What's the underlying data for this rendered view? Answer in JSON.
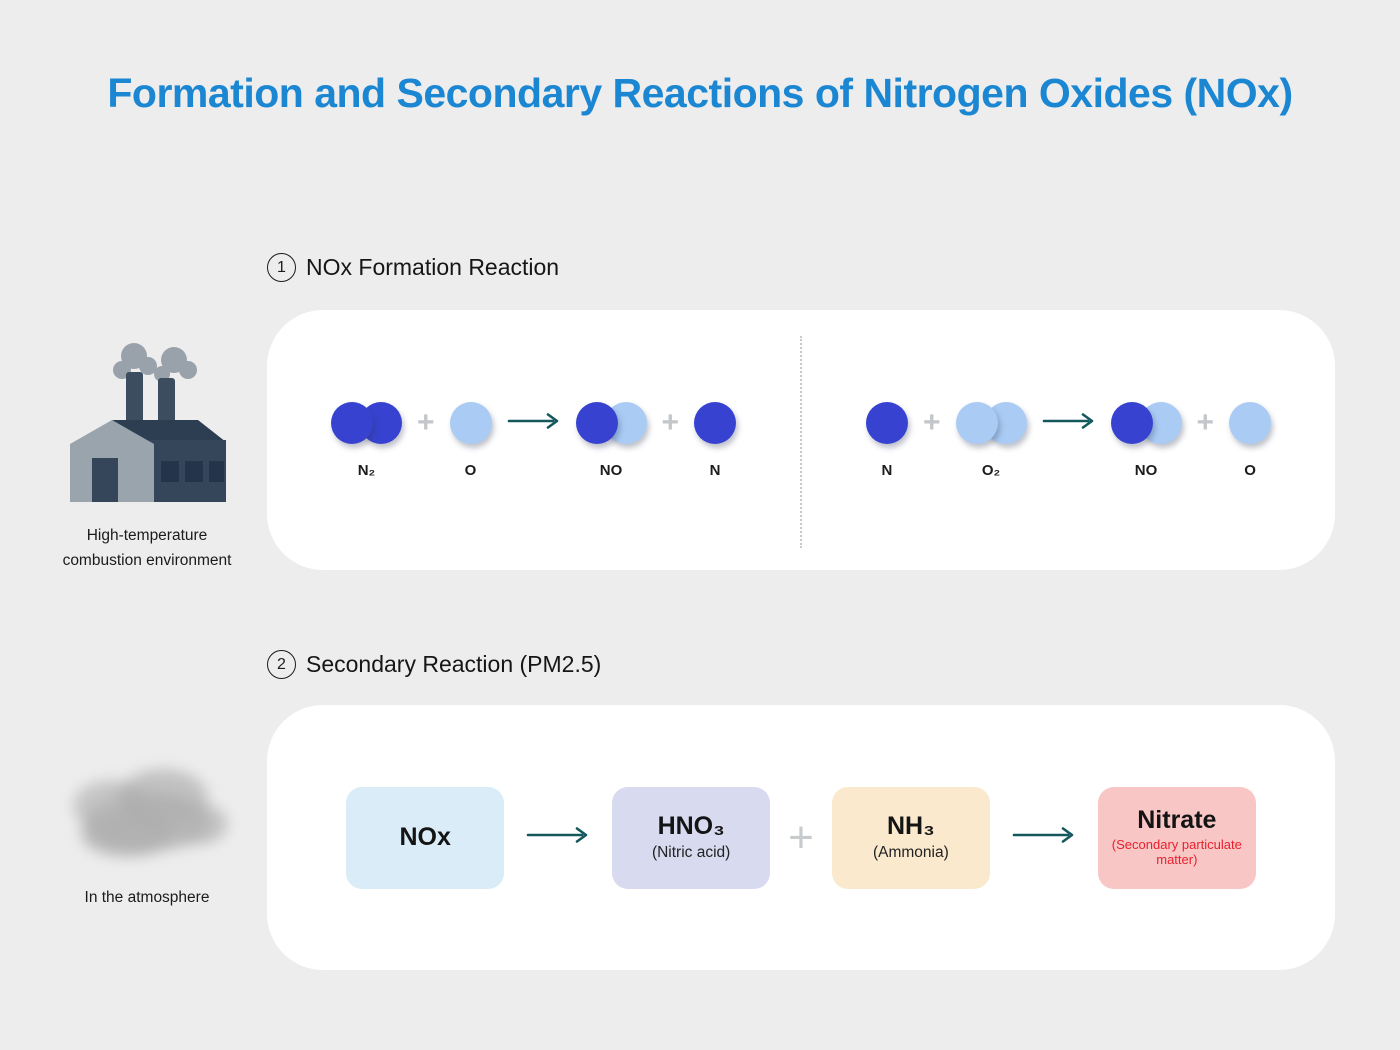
{
  "title": "Formation and Secondary Reactions of Nitrogen Oxides (NOx)",
  "glyphs": {
    "plus": "+"
  },
  "colors": {
    "background": "#ededee",
    "title": "#1b86d1",
    "card": "#ffffff",
    "atom_dark": "#3743d0",
    "atom_light": "#a9cbf4",
    "arrow": "#14585e",
    "plus": "#c3c6ca",
    "nitrate_sub_red": "#e8212d"
  },
  "section1": {
    "number": "1",
    "heading": "NOx Formation Reaction",
    "side_icon": "factory-icon",
    "side_caption": "High-temperature combustion environment",
    "reactions": [
      {
        "terms": [
          {
            "kind": "molecule",
            "label": "N₂",
            "atoms": [
              "dark",
              "dark"
            ]
          },
          {
            "kind": "plus"
          },
          {
            "kind": "molecule",
            "label": "O",
            "atoms": [
              "light"
            ]
          },
          {
            "kind": "arrow"
          },
          {
            "kind": "molecule",
            "label": "NO",
            "atoms": [
              "dark",
              "light"
            ]
          },
          {
            "kind": "plus"
          },
          {
            "kind": "molecule",
            "label": "N",
            "atoms": [
              "dark"
            ]
          }
        ]
      },
      {
        "terms": [
          {
            "kind": "molecule",
            "label": "N",
            "atoms": [
              "dark"
            ]
          },
          {
            "kind": "plus"
          },
          {
            "kind": "molecule",
            "label": "O₂",
            "atoms": [
              "light",
              "light"
            ]
          },
          {
            "kind": "arrow"
          },
          {
            "kind": "molecule",
            "label": "NO",
            "atoms": [
              "dark",
              "light"
            ]
          },
          {
            "kind": "plus"
          },
          {
            "kind": "molecule",
            "label": "O",
            "atoms": [
              "light"
            ]
          }
        ]
      }
    ]
  },
  "section2": {
    "number": "2",
    "heading": "Secondary Reaction (PM2.5)",
    "side_icon": "cloud-icon",
    "side_caption": "In the atmosphere",
    "flow": [
      {
        "kind": "box",
        "variant": "nox",
        "main": "NOx",
        "sub": "",
        "bg": "#d9ecf8"
      },
      {
        "kind": "arrow"
      },
      {
        "kind": "box",
        "variant": "hno3",
        "main": "HNO₃",
        "sub": "(Nitric acid)",
        "bg": "#d8daf0"
      },
      {
        "kind": "plus"
      },
      {
        "kind": "box",
        "variant": "nh3",
        "main": "NH₃",
        "sub": "(Ammonia)",
        "bg": "#fbe9ce"
      },
      {
        "kind": "arrow"
      },
      {
        "kind": "box",
        "variant": "nitrate",
        "main": "Nitrate",
        "sub": "(Secondary particulate matter)",
        "bg": "#f9c6c6",
        "sub_color": "#e8212d"
      }
    ]
  }
}
